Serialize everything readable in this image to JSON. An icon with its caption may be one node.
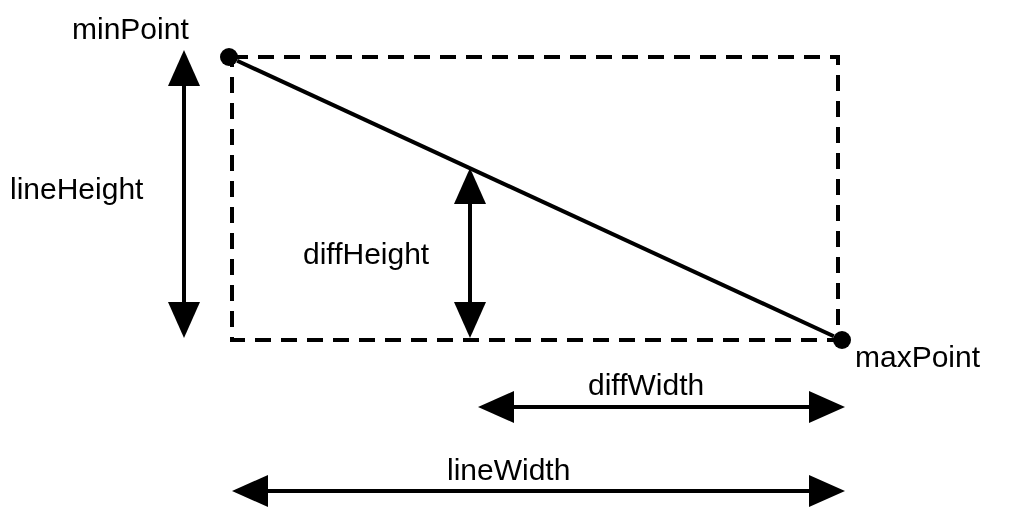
{
  "diagram": {
    "nodes": [
      {
        "text": [],
        "shape": "circle",
        "beside": [
          "minPoint"
        ]
      },
      {
        "text": [],
        "shape": "circle",
        "beside": [
          "maxPoint"
        ]
      }
    ],
    "edges": [
      {
        "from": 0,
        "to": 1,
        "arrow": "none"
      }
    ],
    "labels": [
      "lineHeight",
      "diffHeight",
      "diffWidth",
      "lineWidth"
    ]
  }
}
